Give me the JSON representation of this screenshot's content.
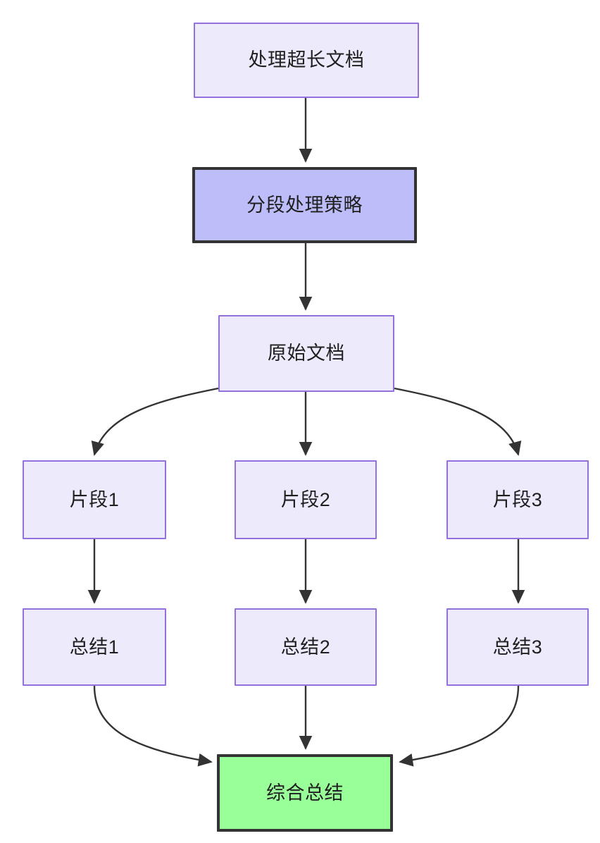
{
  "diagram": {
    "type": "flowchart",
    "direction": "top-down",
    "title": "处理超长文档",
    "background_color": "#FFFFFF",
    "styles": {
      "default_fill": "#ECEAFB",
      "default_border": "#9370DB",
      "highlight_fill": "#BDBDFA",
      "highlight_border": "#333333",
      "terminal_fill": "#99FF99",
      "terminal_border": "#333333",
      "edge_color": "#333333",
      "text_color": "#1F1F1F"
    },
    "nodes": [
      {
        "id": "n1",
        "label": "处理超长文档",
        "style": "default"
      },
      {
        "id": "n2",
        "label": "分段处理策略",
        "style": "highlight"
      },
      {
        "id": "n3",
        "label": "原始文档",
        "style": "default"
      },
      {
        "id": "n4",
        "label": "片段1",
        "style": "default"
      },
      {
        "id": "n5",
        "label": "片段2",
        "style": "default"
      },
      {
        "id": "n6",
        "label": "片段3",
        "style": "default"
      },
      {
        "id": "n7",
        "label": "总结1",
        "style": "default"
      },
      {
        "id": "n8",
        "label": "总结2",
        "style": "default"
      },
      {
        "id": "n9",
        "label": "总结3",
        "style": "default"
      },
      {
        "id": "n10",
        "label": "综合总结",
        "style": "terminal"
      }
    ],
    "edges": [
      {
        "from": "n1",
        "to": "n2",
        "shape": "straight"
      },
      {
        "from": "n2",
        "to": "n3",
        "shape": "straight"
      },
      {
        "from": "n3",
        "to": "n4",
        "shape": "curved"
      },
      {
        "from": "n3",
        "to": "n5",
        "shape": "straight"
      },
      {
        "from": "n3",
        "to": "n6",
        "shape": "curved"
      },
      {
        "from": "n4",
        "to": "n7",
        "shape": "straight"
      },
      {
        "from": "n5",
        "to": "n8",
        "shape": "straight"
      },
      {
        "from": "n6",
        "to": "n9",
        "shape": "straight"
      },
      {
        "from": "n7",
        "to": "n10",
        "shape": "curved"
      },
      {
        "from": "n8",
        "to": "n10",
        "shape": "straight"
      },
      {
        "from": "n9",
        "to": "n10",
        "shape": "curved"
      }
    ]
  }
}
